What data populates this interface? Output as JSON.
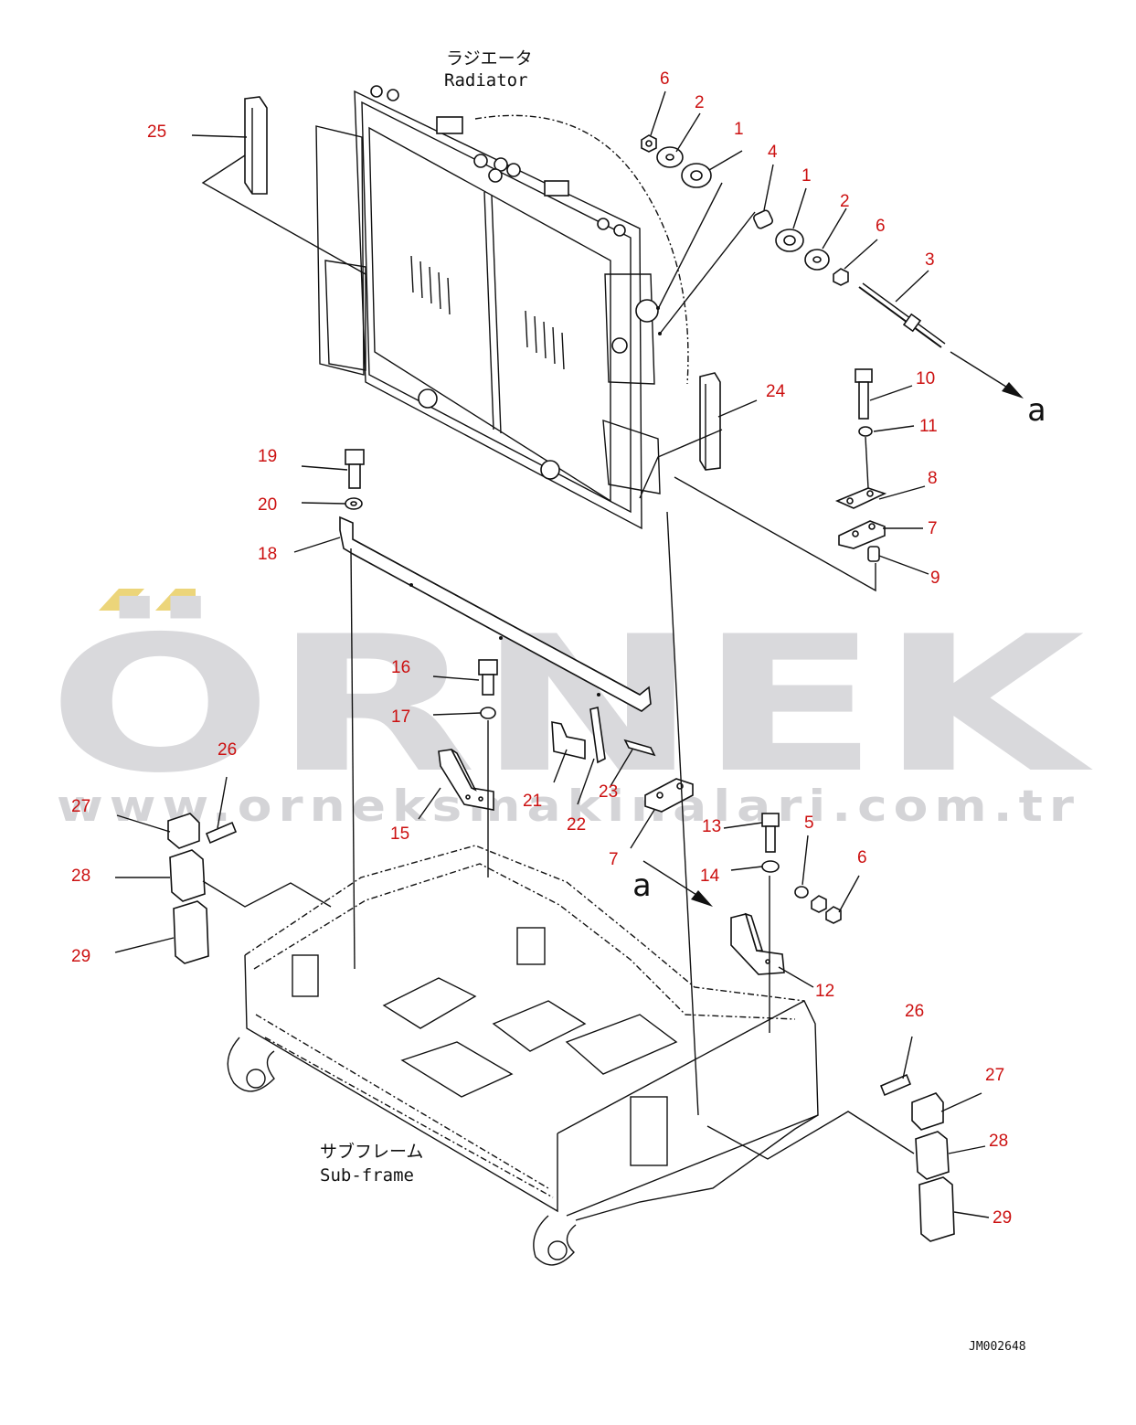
{
  "diagram": {
    "captions": {
      "radiator_jp": "ラジエータ",
      "radiator_en": "Radiator",
      "subframe_jp": "サブフレーム",
      "subframe_en": "Sub-frame",
      "view_mark_top": "a",
      "view_mark_bottom": "a",
      "drawing_code": "JM002648"
    },
    "watermark": {
      "brand": "ÖRNEK",
      "url": "www.orneksmakinalari.com.tr"
    },
    "part_labels": [
      {
        "id": "p6a",
        "text": "6"
      },
      {
        "id": "p2a",
        "text": "2"
      },
      {
        "id": "p1a",
        "text": "1"
      },
      {
        "id": "p4",
        "text": "4"
      },
      {
        "id": "p1b",
        "text": "1"
      },
      {
        "id": "p2b",
        "text": "2"
      },
      {
        "id": "p6b",
        "text": "6"
      },
      {
        "id": "p3",
        "text": "3"
      },
      {
        "id": "p25",
        "text": "25"
      },
      {
        "id": "p24",
        "text": "24"
      },
      {
        "id": "p10",
        "text": "10"
      },
      {
        "id": "p11",
        "text": "11"
      },
      {
        "id": "p8",
        "text": "8"
      },
      {
        "id": "p7a",
        "text": "7"
      },
      {
        "id": "p9",
        "text": "9"
      },
      {
        "id": "p19",
        "text": "19"
      },
      {
        "id": "p20",
        "text": "20"
      },
      {
        "id": "p18",
        "text": "18"
      },
      {
        "id": "p16",
        "text": "16"
      },
      {
        "id": "p17",
        "text": "17"
      },
      {
        "id": "p21",
        "text": "21"
      },
      {
        "id": "p22",
        "text": "22"
      },
      {
        "id": "p23",
        "text": "23"
      },
      {
        "id": "p15",
        "text": "15"
      },
      {
        "id": "p7b",
        "text": "7"
      },
      {
        "id": "p13",
        "text": "13"
      },
      {
        "id": "p5",
        "text": "5"
      },
      {
        "id": "p6c",
        "text": "6"
      },
      {
        "id": "p14",
        "text": "14"
      },
      {
        "id": "p12",
        "text": "12"
      },
      {
        "id": "p26a",
        "text": "26"
      },
      {
        "id": "p27a",
        "text": "27"
      },
      {
        "id": "p28a",
        "text": "28"
      },
      {
        "id": "p29a",
        "text": "29"
      },
      {
        "id": "p26b",
        "text": "26"
      },
      {
        "id": "p27b",
        "text": "27"
      },
      {
        "id": "p28b",
        "text": "28"
      },
      {
        "id": "p29b",
        "text": "29"
      }
    ]
  }
}
